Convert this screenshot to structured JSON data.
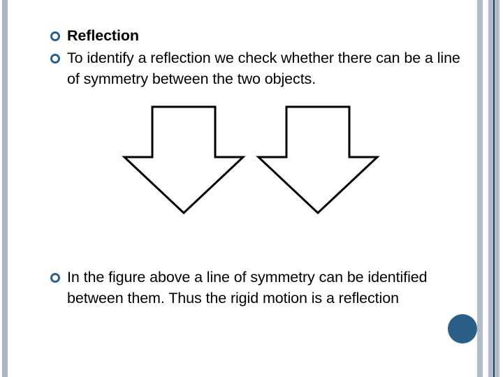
{
  "slide": {
    "bullet_icon": "hollow-circle-bullet",
    "accent_color": "#2e6189",
    "border_color": "#a9b5c3",
    "border_rule_color": "#22405e",
    "dot_color": "#2b5f87"
  },
  "body": {
    "bullets": [
      {
        "text": "Reflection",
        "bold": true
      },
      {
        "text": "To identify a reflection we check whether there can be a line of symmetry between the two objects.",
        "bold": false
      }
    ]
  },
  "figure": {
    "name": "two-down-arrows",
    "description": "Two identical outlined downward-pointing block arrows side by side",
    "shapes": [
      {
        "name": "down-arrow-left",
        "fill": "#ffffff",
        "stroke": "#000000"
      },
      {
        "name": "down-arrow-right",
        "fill": "#ffffff",
        "stroke": "#000000"
      }
    ]
  },
  "body_lower": {
    "bullets": [
      {
        "text": "In the figure above a line of symmetry can be identified between them. Thus the rigid motion is a reflection",
        "bold": false
      }
    ]
  }
}
